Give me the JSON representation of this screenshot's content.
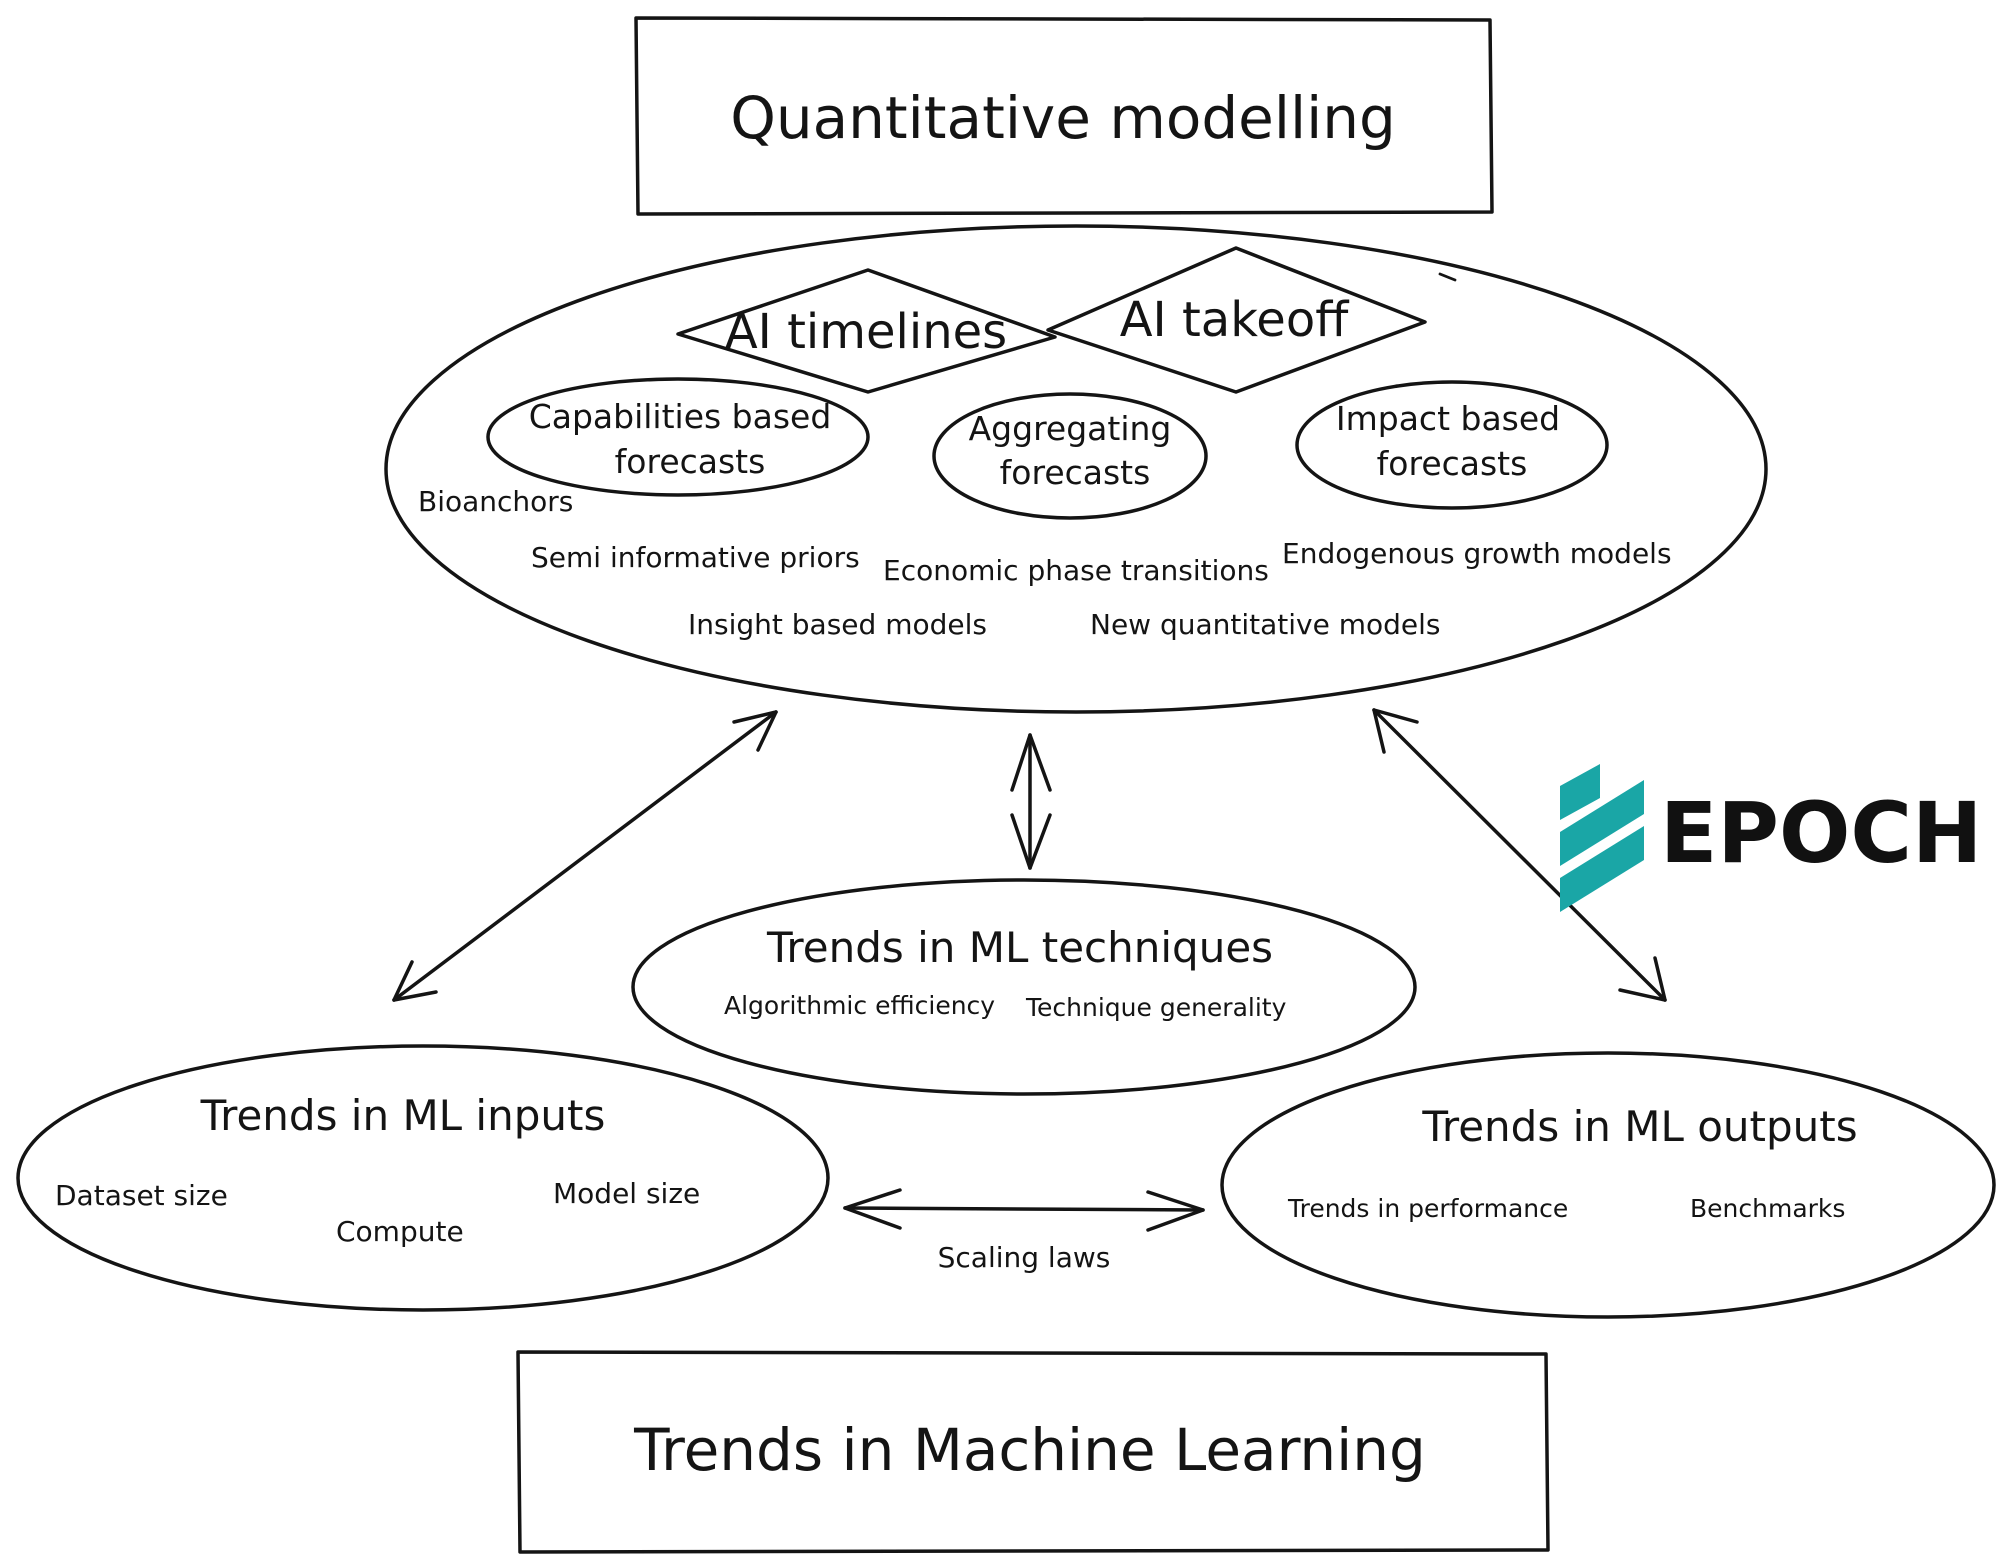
{
  "top_box": {
    "title": "Quantitative modelling"
  },
  "bottom_box": {
    "title": "Trends in Machine Learning"
  },
  "quantitative": {
    "diamonds": [
      "AI timelines",
      "AI takeoff"
    ],
    "forecast_nodes": {
      "capabilities": [
        "Capabilities based",
        "forecasts"
      ],
      "aggregating": [
        "Aggregating",
        "forecasts"
      ],
      "impact": [
        "Impact based",
        "forecasts"
      ]
    },
    "models": {
      "bioanchors": "Bioanchors",
      "semi_informative": "Semi informative priors",
      "economic_phase": "Economic phase transitions",
      "endogenous": "Endogenous growth models",
      "insight": "Insight based models",
      "new_quant": "New quantitative models"
    }
  },
  "techniques": {
    "title": "Trends in ML techniques",
    "items": [
      "Algorithmic efficiency",
      "Technique generality"
    ]
  },
  "inputs": {
    "title": "Trends in ML inputs",
    "items": [
      "Dataset size",
      "Compute",
      "Model size"
    ]
  },
  "outputs": {
    "title": "Trends in ML outputs",
    "items": [
      "Trends in performance",
      "Benchmarks"
    ]
  },
  "scaling_label": "Scaling laws",
  "logo": {
    "text": "EPOCH",
    "color": "#1aa6a6"
  },
  "colors": {
    "ink": "#141414",
    "brand": "#1aa6a6"
  }
}
